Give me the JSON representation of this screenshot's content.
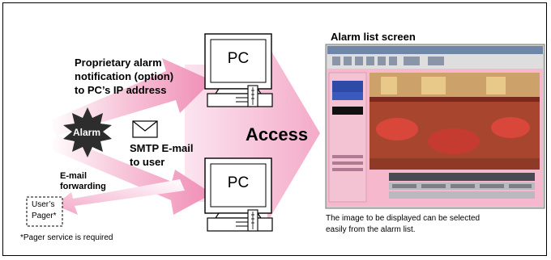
{
  "left_block": {
    "proprietary_line1": "Proprietary alarm",
    "proprietary_line2": "notification (option)",
    "proprietary_line3": "to PC’s IP address",
    "alarm_label": "Alarm",
    "smtp_line1": "SMTP E-mail",
    "smtp_line2": "to user",
    "forward_line1": "E-mail",
    "forward_line2": "forwarding",
    "pager_line1": "User’s",
    "pager_line2": "Pager*",
    "pager_note": "*Pager service is required"
  },
  "pc_top_label": "PC",
  "pc_bottom_label": "PC",
  "access_label": "Access",
  "screen": {
    "title": "Alarm list screen",
    "caption_line1": "The image to be displayed can be selected",
    "caption_line2": "easily from the alarm list."
  },
  "colors": {
    "arrow_pink": "#f3a6c6",
    "arrow_pale": "#fbe3ee",
    "burst": "#2d2d2d",
    "screen_frame": "#cfcfcf",
    "screen_inner": "#f6b8cc"
  }
}
